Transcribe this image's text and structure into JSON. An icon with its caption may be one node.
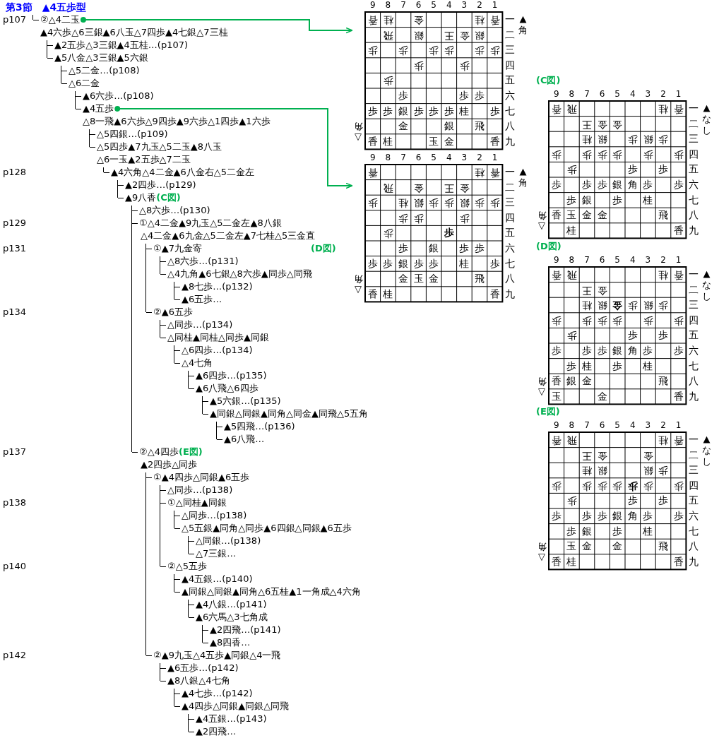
{
  "diagram": {
    "title": "第3節　▲4五歩型",
    "nodes": [
      {
        "text": [
          "②△4二玉"
        ]
      },
      {
        "text": [
          "▲4五歩"
        ]
      },
      {
        "text": [
          "9",
          "8",
          "7",
          "6",
          "5",
          "4",
          "3",
          "2",
          "1",
          "香",
          "桂",
          "金",
          "桂",
          "香",
          "飛",
          "銀",
          "王",
          "金",
          "銀",
          "歩",
          "歩",
          "歩",
          "歩",
          "歩",
          "歩",
          "歩",
          "歩",
          "歩",
          "歩",
          "歩",
          "歩",
          "歩",
          "歩",
          "銀",
          "歩",
          "歩",
          "歩",
          "桂",
          "歩",
          "金",
          "銀",
          "飛",
          "香",
          "桂",
          "玉",
          "金",
          "香",
          "一",
          "二",
          "三",
          "四",
          "五",
          "六",
          "七",
          "八",
          "九",
          "▲角",
          "△角"
        ]
      },
      {
        "text": [
          "9",
          "8",
          "7",
          "6",
          "5",
          "4",
          "3",
          "2",
          "1",
          "香",
          "桂",
          "香",
          "飛",
          "金",
          "王",
          "金",
          "歩",
          "桂",
          "銀",
          "歩",
          "歩",
          "銀",
          "歩",
          "歩",
          "歩",
          "歩",
          "歩",
          "歩",
          "歩",
          "歩",
          "銀",
          "歩",
          "歩",
          "歩",
          "歩",
          "銀",
          "歩",
          "歩",
          "桂",
          "歩",
          "金",
          "玉",
          "金",
          "飛",
          "香",
          "桂",
          "香",
          "一",
          "二",
          "三",
          "四",
          "五",
          "六",
          "七",
          "八",
          "九",
          "▲角",
          "△角"
        ]
      },
      {
        "text": [
          "(C図)",
          "9",
          "8",
          "7",
          "6",
          "5",
          "4",
          "3",
          "2",
          "1",
          "香",
          "飛",
          "桂",
          "香",
          "王",
          "金",
          "金",
          "桂",
          "銀",
          "歩",
          "銀",
          "歩",
          "歩",
          "歩",
          "歩",
          "歩",
          "歩",
          "歩",
          "歩",
          "歩",
          "歩",
          "歩",
          "歩",
          "歩",
          "銀",
          "角",
          "歩",
          "歩",
          "歩",
          "銀",
          "歩",
          "桂",
          "香",
          "玉",
          "金",
          "金",
          "飛",
          "桂",
          "香",
          "一",
          "二",
          "三",
          "四",
          "五",
          "六",
          "七",
          "八",
          "九",
          "▲なし",
          "△角"
        ]
      },
      {
        "text": [
          "(D図)",
          "9",
          "8",
          "7",
          "6",
          "5",
          "4",
          "3",
          "2",
          "1",
          "香",
          "飛",
          "桂",
          "香",
          "王",
          "金",
          "桂",
          "銀",
          "金",
          "歩",
          "銀",
          "歩",
          "歩",
          "歩",
          "歩",
          "歩",
          "歩",
          "歩",
          "歩",
          "歩",
          "歩",
          "歩",
          "歩",
          "歩",
          "銀",
          "角",
          "歩",
          "歩",
          "歩",
          "桂",
          "歩",
          "桂",
          "香",
          "銀",
          "金",
          "飛",
          "玉",
          "金",
          "香",
          "一",
          "二",
          "三",
          "四",
          "五",
          "六",
          "七",
          "八",
          "九",
          "▲なし",
          "△角"
        ]
      },
      {
        "text": [
          "(E図)",
          "9",
          "8",
          "7",
          "6",
          "5",
          "4",
          "3",
          "2",
          "1",
          "香",
          "飛",
          "桂",
          "香",
          "王",
          "金",
          "金",
          "桂",
          "銀",
          "銀",
          "歩",
          "歩",
          "歩",
          "歩",
          "歩",
          "歩",
          "歩",
          "歩",
          "歩",
          "歩",
          "歩",
          "歩",
          "歩",
          "歩",
          "銀",
          "角",
          "歩",
          "歩",
          "歩",
          "銀",
          "歩",
          "桂",
          "玉",
          "金",
          "金",
          "飛",
          "香",
          "桂",
          "香",
          "一",
          "二",
          "三",
          "四",
          "五",
          "六",
          "七",
          "八",
          "九",
          "▲なし",
          "△角"
        ]
      }
    ],
    "edges": [
      {
        "from": 0,
        "to": 2,
        "arrow": "to",
        "color": "#00b050"
      },
      {
        "from": 1,
        "to": 3,
        "arrow": "to",
        "color": "#00b050"
      }
    ],
    "labels": [
      "p107",
      "▲4六歩△6三銀▲6八玉△7四歩▲4七銀△7三桂",
      "▲2五歩△3三銀▲4五桂…(p107)",
      "▲5八金△3三銀▲5六銀",
      "△5二金…(p108)",
      "△6二金",
      "▲6六歩…(p108)",
      "△8一飛▲6六歩△9四歩▲9六歩△1四歩▲1六歩",
      "△5四銀…(p109)",
      "△5四歩▲7九玉△5二玉▲8八玉",
      "△6一玉▲2五歩△7二玉",
      "p128",
      "▲4六角△4二金▲6八金右△5二金左",
      "▲2四歩…(p129)",
      "▲9八香",
      "(C図)",
      "△8六歩…(p130)",
      "p129",
      "①△4二金▲9九玉△5二金左▲8八銀",
      "△4二金▲6九金△5二金左▲7七桂△5三金直",
      "p131",
      "①▲7九金寄",
      "(D図)",
      "△8六歩…(p131)",
      "△4九角▲6七銀△8六歩▲同歩△同飛",
      "▲8七歩…(p132)",
      "▲6五歩…",
      "p134",
      "②▲6五歩",
      "△同歩…(p134)",
      "△同桂▲同桂△同歩▲同銀",
      "△6四歩…(p134)",
      "△4七角",
      "▲6四歩…(p135)",
      "▲6八飛△6四歩",
      "▲5六銀…(p135)",
      "▲同銀△同銀▲同角△同金▲同飛△5五角",
      "▲5四飛…(p136)",
      "▲6八飛…",
      "p137",
      "②△4四歩",
      "(E図)",
      "▲2四歩△同歩",
      "①▲4四歩△同銀▲6五歩",
      "△同歩…(p138)",
      "p138",
      "①△同桂▲同銀",
      "△同歩…(p138)",
      "△5五銀▲同角△同歩▲6四銀△同銀▲6五歩",
      "△同銀…(p138)",
      "△7三銀…",
      "p140",
      "②△5五歩",
      "▲4五銀…(p140)",
      "▲同銀△同銀▲同角△6五桂▲1一角成△4六角",
      "▲4八銀…(p141)",
      "▲6六馬△3七角成",
      "▲2四飛…(p141)",
      "▲8四香…",
      "p142",
      "②▲9九玉△4五歩▲同銀△4一飛",
      "▲6五歩…(p142)",
      "▲8八銀△4七角",
      "▲4七歩…(p142)",
      "▲4四歩△同銀▲同銀△同飛",
      "▲4五銀…(p143)",
      "▲2四飛…"
    ]
  }
}
